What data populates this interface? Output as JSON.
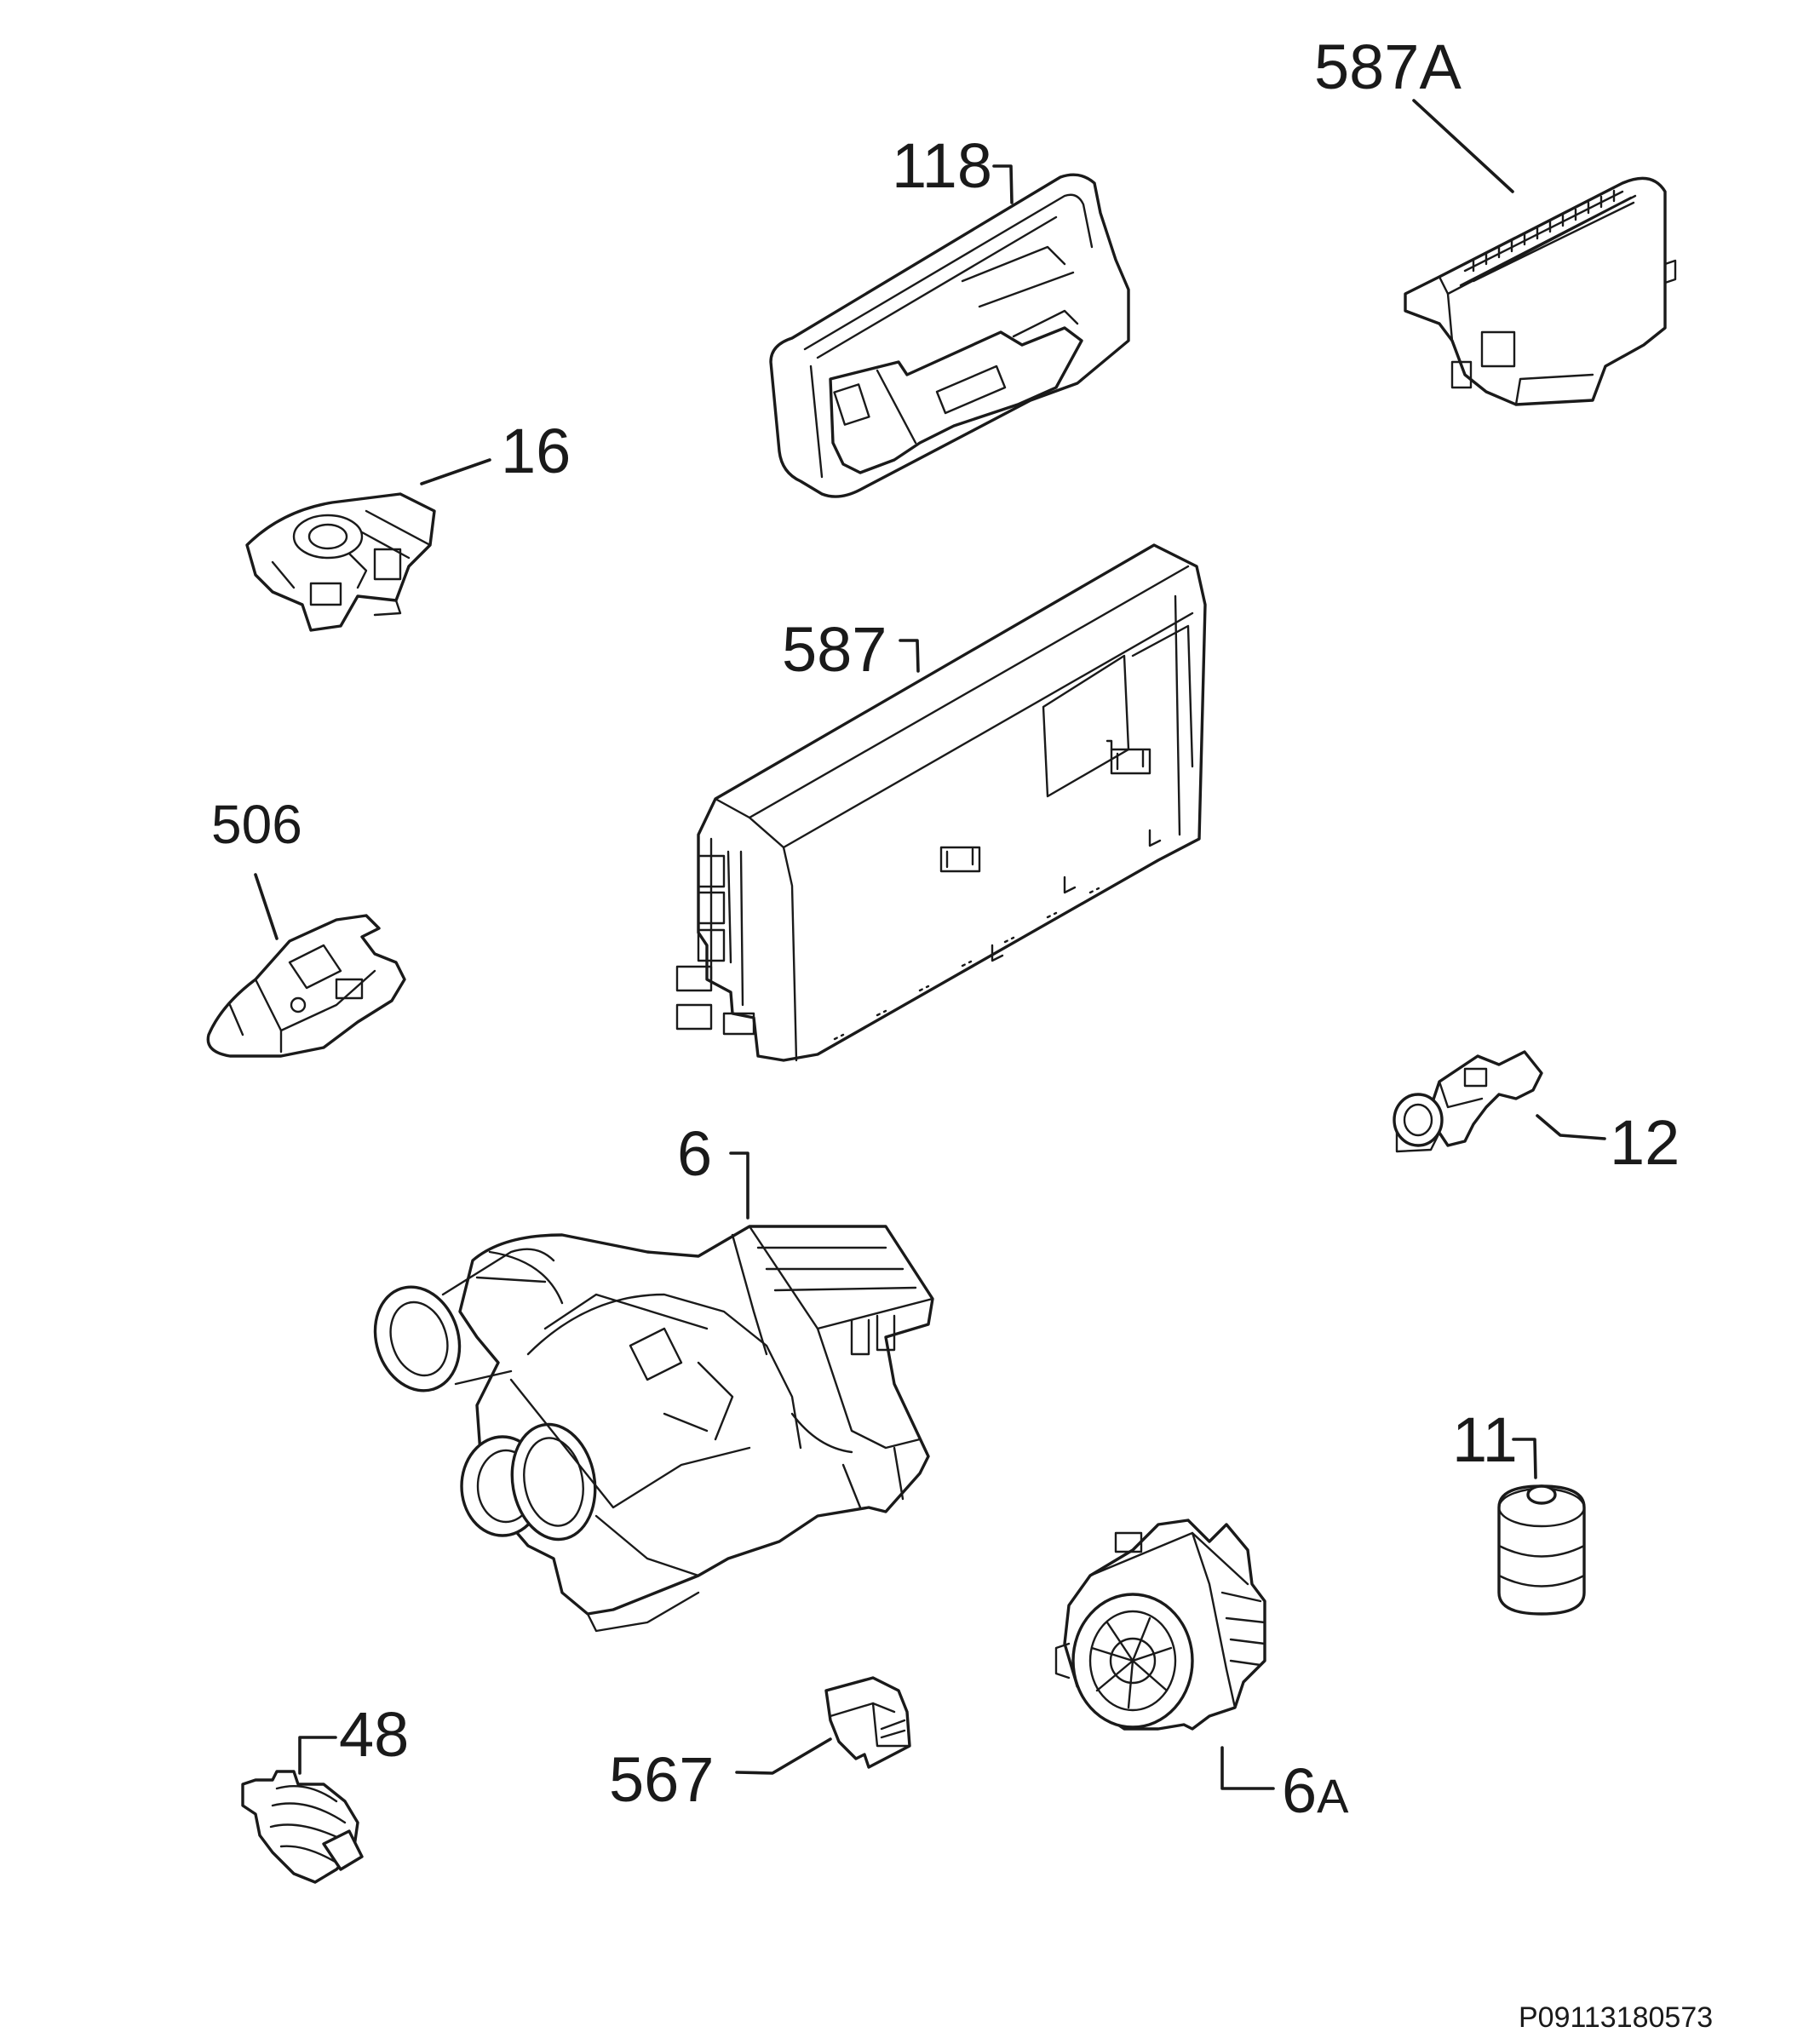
{
  "diagram": {
    "labels": {
      "p118": "118",
      "p587a": "587A",
      "p16": "16",
      "p587": "587",
      "p506": "506",
      "p12": "12",
      "p6": "6",
      "p11": "11",
      "p48": "48",
      "p567": "567",
      "p6a_num": "6",
      "p6a_suffix": "A"
    },
    "drawing_code": "P09113180573"
  }
}
